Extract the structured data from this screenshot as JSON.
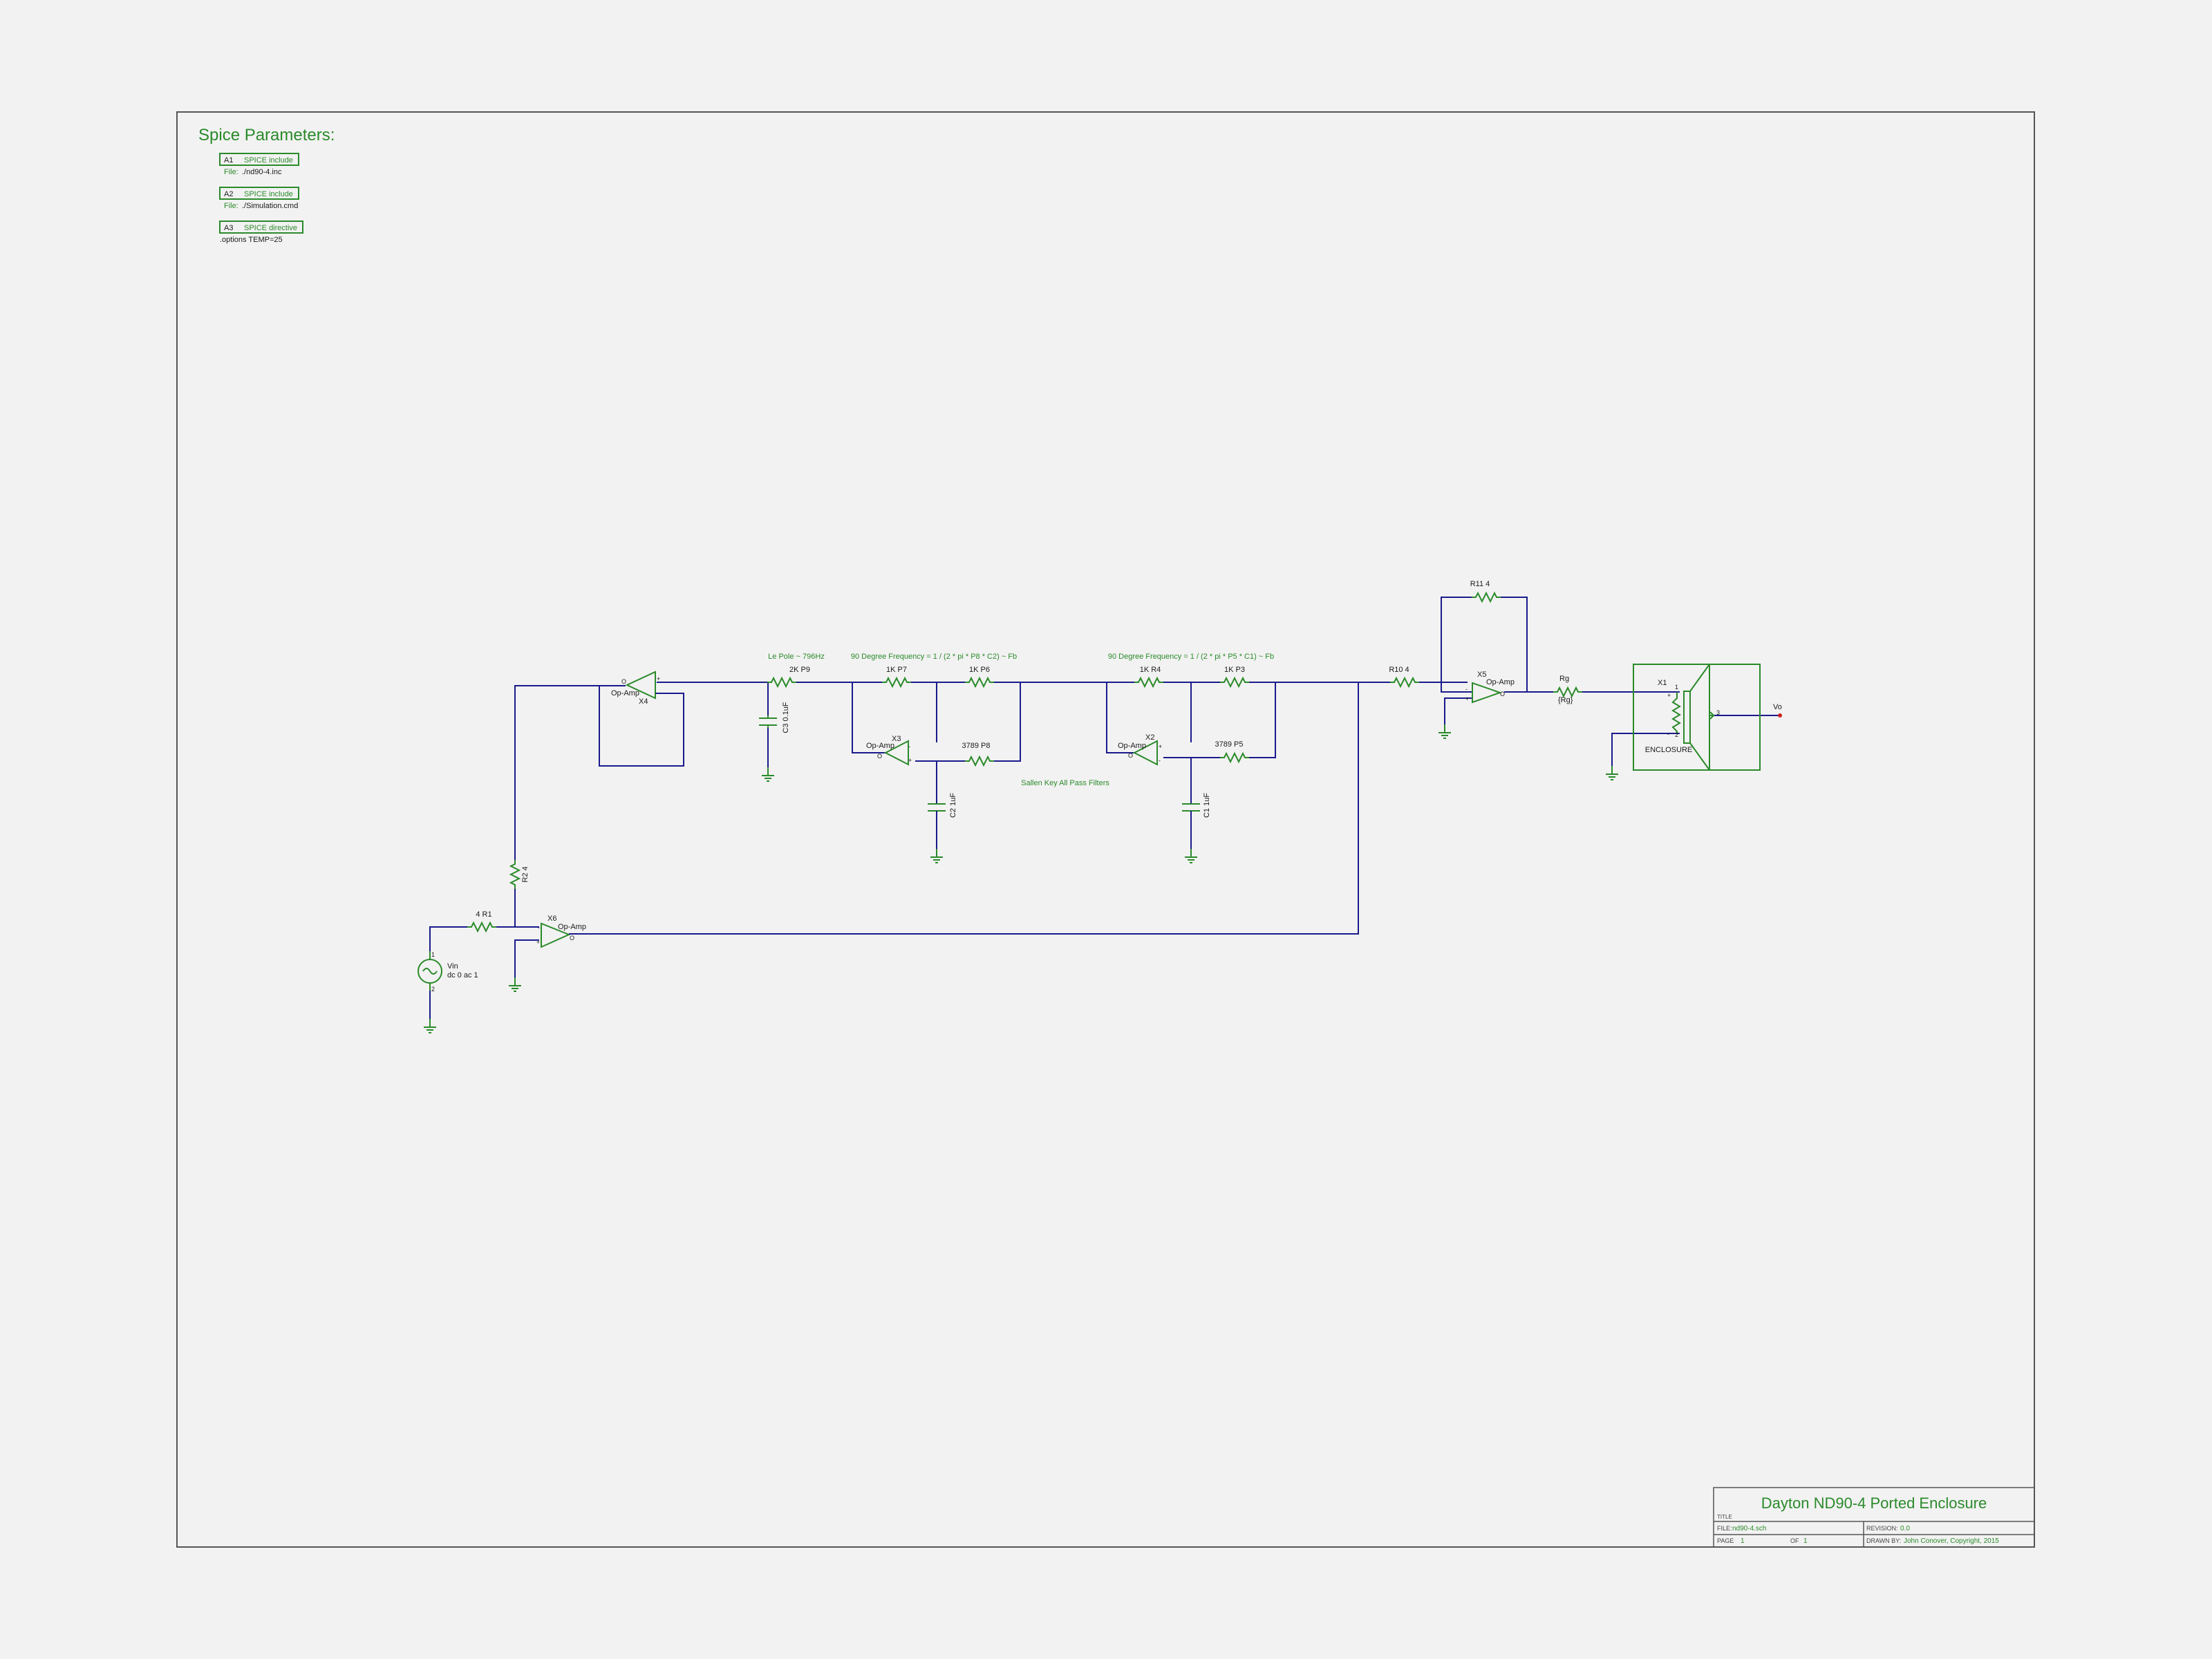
{
  "spice": {
    "heading": "Spice Parameters:",
    "a1": {
      "ref": "A1",
      "type": "SPICE include",
      "file_label": "File:",
      "file": "./nd90-4.inc"
    },
    "a2": {
      "ref": "A2",
      "type": "SPICE include",
      "file_label": "File:",
      "file": "./Simulation.cmd"
    },
    "a3": {
      "ref": "A3",
      "type": "SPICE directive",
      "text": ".options TEMP=25"
    }
  },
  "annotations": {
    "le_pole": "Le Pole ~ 796Hz",
    "freq1": "90 Degree Frequency = 1 / (2 * pi * P8 * C2) ~ Fb",
    "freq2": "90 Degree Frequency = 1 / (2 * pi * P5 * C1) ~ Fb",
    "sallen_key": "Sallen Key All Pass Filters"
  },
  "components": {
    "r9": "2K  P9",
    "r7": "1K  P7",
    "r6": "1K  P6",
    "r8": "3789  P8",
    "r4": "1K  R4",
    "r3": "1K  P3",
    "r5": "3789  P5",
    "r10": "R10  4",
    "r11": "R11  4",
    "rg1": "Rg",
    "rg2": "{Rg}",
    "r1": "4  R1",
    "r2": "R2  4",
    "c3": "C3  0.1uF",
    "c2": "C2  1uF",
    "c1": "C1  1uF",
    "opamp": "Op-Amp",
    "x1": "X1",
    "x2": "X2",
    "x3": "X3",
    "x4": "X4",
    "x5": "X5",
    "x6": "X6",
    "enclosure": "ENCLOSURE",
    "vo": "Vo",
    "vin1": "Vin",
    "vin2": "dc 0 ac 1"
  },
  "title_block": {
    "title": "Dayton ND90-4 Ported Enclosure",
    "title_label": "TITLE",
    "file_label": "FILE:",
    "file": "nd90-4.sch",
    "revision_label": "REVISION:",
    "revision": "0.0",
    "page_label": "PAGE",
    "page": "1",
    "of_label": "OF",
    "of": "1",
    "drawn_label": "DRAWN BY:",
    "drawn": "John Conover, Copyright, 2015"
  },
  "colors": {
    "wire": "#1a1a8c",
    "component": "#2a8a2a",
    "background": "#f2f2f2"
  }
}
